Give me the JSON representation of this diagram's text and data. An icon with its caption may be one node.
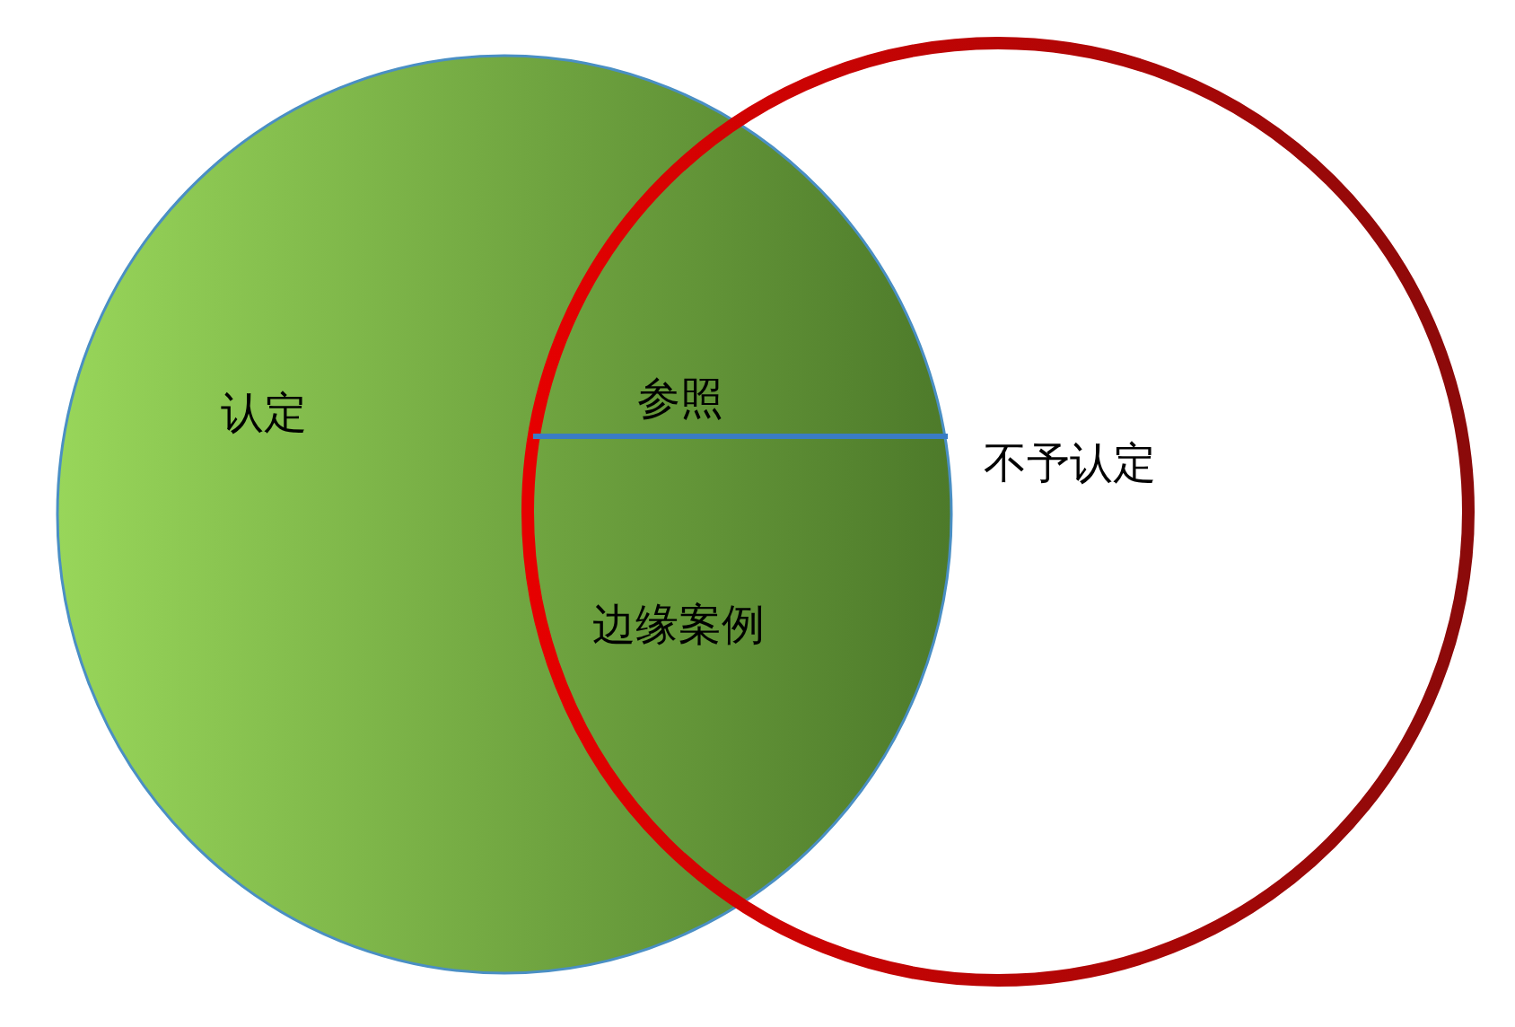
{
  "diagram": {
    "nodes": [
      {
        "text": [
          "认定"
        ]
      },
      {
        "text": [
          "不予认定"
        ]
      },
      {
        "text": [
          "参照"
        ]
      },
      {
        "text": [
          "边缘案例"
        ]
      }
    ]
  }
}
